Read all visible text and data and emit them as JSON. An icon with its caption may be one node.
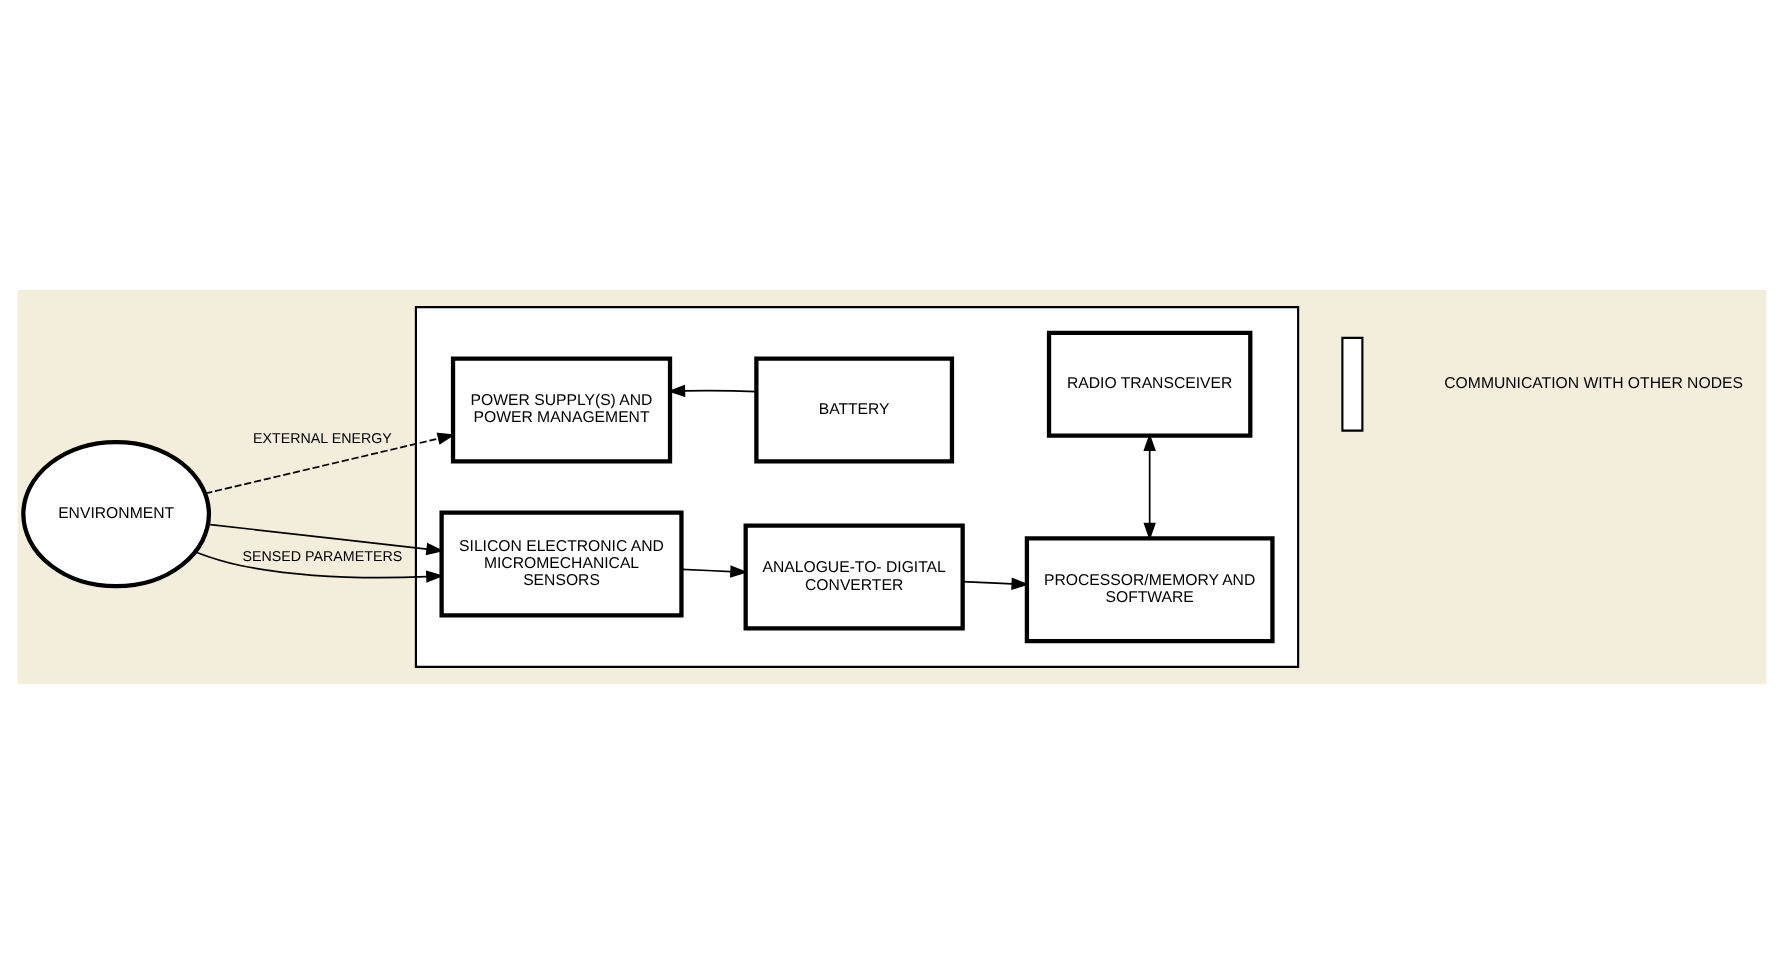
{
  "diagram": {
    "nodes": [
      {
        "text": [
          "ENVIRONMENT"
        ]
      },
      {
        "text": [],
        "shape": "box"
      },
      {
        "text": [
          "POWER SUPPLY(S) AND POWER MANAGEMENT"
        ],
        "in": 1
      },
      {
        "text": [
          "BATTERY"
        ],
        "in": 1
      },
      {
        "text": [
          "RADIO TRANSCEIVER"
        ],
        "in": 1
      },
      {
        "text": [
          "SILICON ELECTRONIC AND MICROMECHANICAL SENSORS"
        ],
        "in": 1
      },
      {
        "text": [
          "ANALOGUE-TO- DIGITAL CONVERTER"
        ],
        "in": 1
      },
      {
        "text": [
          "PROCESSOR/MEMORY AND SOFTWARE"
        ],
        "in": 1
      },
      {
        "text": [],
        "shape": "bar"
      }
    ],
    "edges": [
      {
        "from": 0,
        "to": 2,
        "arrow": "to",
        "style": "dashed",
        "label": "EXTERNAL ENERGY"
      },
      {
        "from": 0,
        "to": 5,
        "arrow": "to"
      },
      {
        "from": 0,
        "to": 5,
        "arrow": "to",
        "label": "SENSED PARAMETERS"
      },
      {
        "from": 3,
        "to": 2,
        "arrow": "to"
      },
      {
        "from": 5,
        "to": 6,
        "arrow": "to"
      },
      {
        "from": 6,
        "to": 7,
        "arrow": "to"
      },
      {
        "from": 7,
        "to": 4,
        "arrow": "both"
      }
    ],
    "labels": [
      "COMMUNICATION WITH OTHER NODES"
    ]
  }
}
